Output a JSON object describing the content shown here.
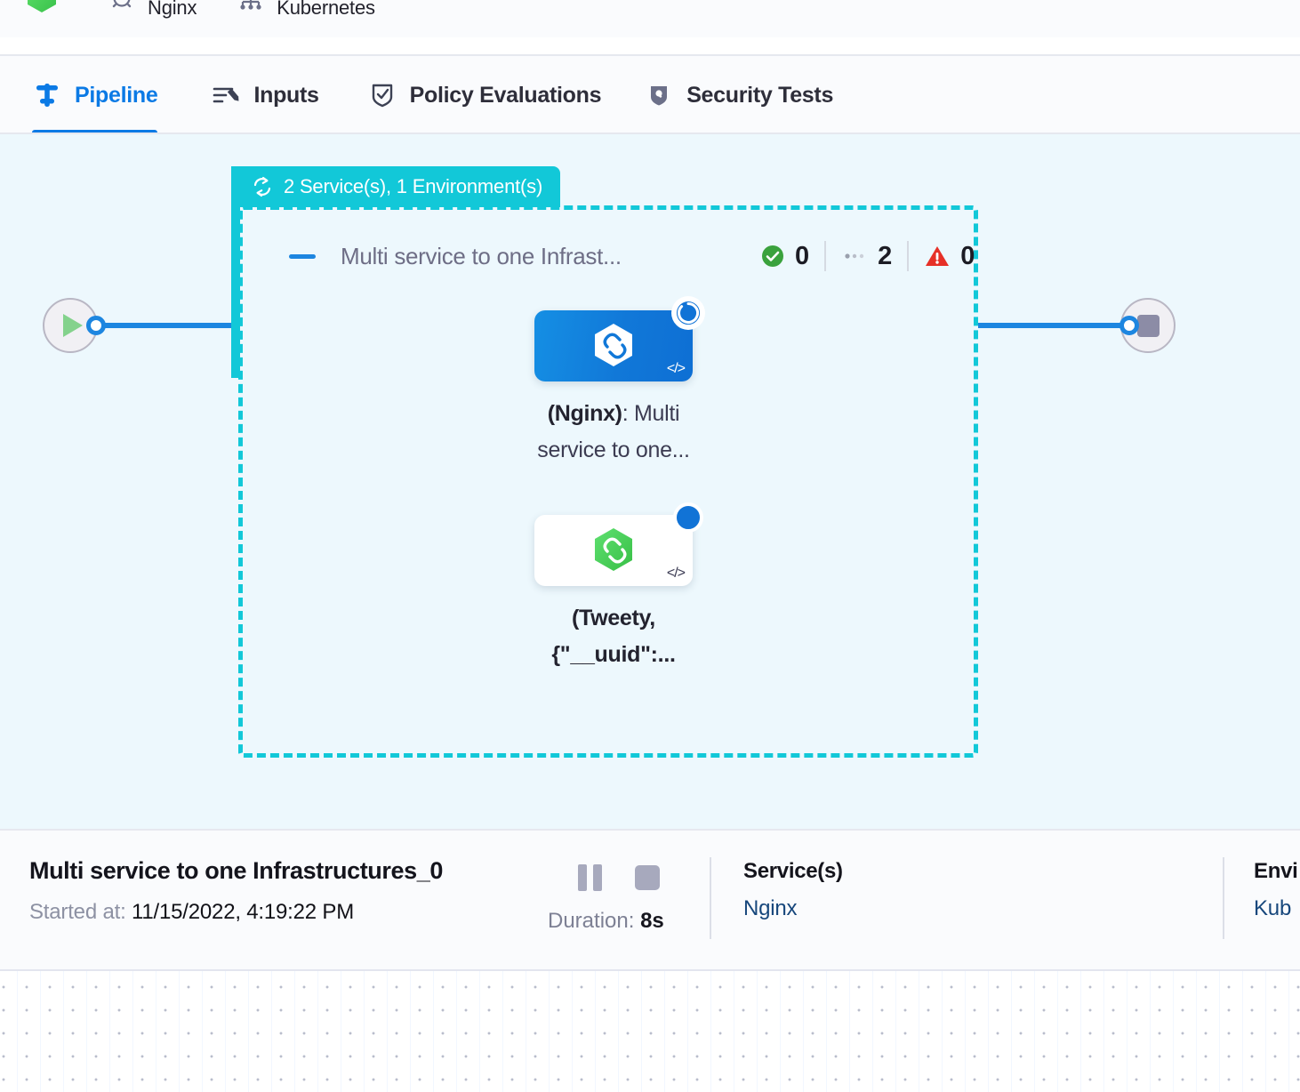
{
  "breadcrumbs": [
    {
      "icon": "harness-hexagon-logo",
      "label": ""
    },
    {
      "icon": "gear-icon",
      "label": "Nginx"
    },
    {
      "icon": "infrastructure-icon",
      "label": "Kubernetes"
    }
  ],
  "tabs": [
    {
      "id": "pipeline",
      "label": "Pipeline",
      "icon": "pipeline-icon",
      "active": true
    },
    {
      "id": "inputs",
      "label": "Inputs",
      "icon": "inputs-icon",
      "active": false
    },
    {
      "id": "policy",
      "label": "Policy Evaluations",
      "icon": "policy-shield-icon",
      "active": false
    },
    {
      "id": "security",
      "label": "Security Tests",
      "icon": "security-shield-icon",
      "active": false
    }
  ],
  "canvas": {
    "group": {
      "label": "2 Service(s), 1 Environment(s)",
      "label_icon": "loop-repeat-icon",
      "collapse_icon": "minus-icon",
      "title": "Multi service to one Infrast...",
      "status": {
        "success_count": "0",
        "running_count": "2",
        "failed_count": "0",
        "success_icon": "check-circle-icon",
        "running_icon": "dots-icon",
        "failed_icon": "warning-triangle-icon"
      }
    },
    "nodes": [
      {
        "id": "node-nginx",
        "style": "blue",
        "logo": "hexagon-infinity-white-icon",
        "badge": "running-spinner-badge",
        "code_glyph": "</>",
        "label_bold": "(Nginx)",
        "label_rest": ": Multi service to one..."
      },
      {
        "id": "node-tweety",
        "style": "white",
        "logo": "hexagon-infinity-green-icon",
        "badge": "running-solid-badge",
        "code_glyph": "</>",
        "label_bold": "(Tweety,",
        "label_rest": "{\"__uuid\":..."
      }
    ],
    "start_node": {
      "icon": "play-icon"
    },
    "end_node": {
      "icon": "stop-icon"
    }
  },
  "info": {
    "title": "Multi service to one Infrastructures_0",
    "started_label": "Started at:",
    "started_value": "11/15/2022, 4:19:22 PM",
    "pause_button": "pause-icon",
    "stop_button": "stop-icon",
    "duration_label": "Duration:",
    "duration_value": "8s",
    "services_head": "Service(s)",
    "services_value": "Nginx",
    "environments_head": "Envi",
    "environments_value": "Kub"
  },
  "colors": {
    "accent_blue": "#0b7ae5",
    "group_teal": "#12c8d8",
    "canvas_bg": "#edf8fd",
    "success_green": "#3aa23d",
    "fail_red": "#e63027",
    "link_navy": "#17477c"
  }
}
